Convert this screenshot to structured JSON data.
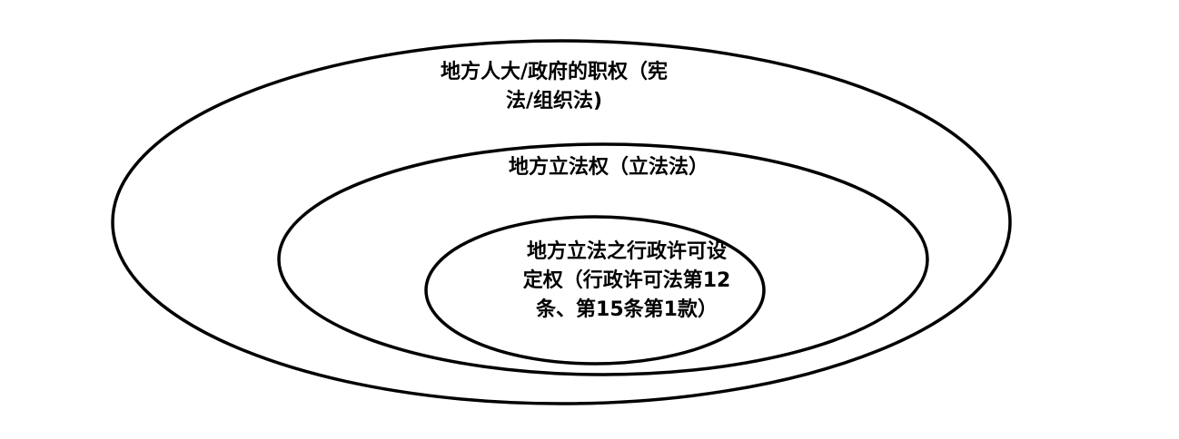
{
  "diagram": {
    "outer": {
      "lines": [
        "地方人大/政府的职权（宪",
        "法/组织法)"
      ]
    },
    "middle": {
      "lines": [
        "地方立法权（立法法）"
      ]
    },
    "inner": {
      "lines": [
        "地方立法之行政许可设",
        "定权（行政许可法第12",
        "条、第15条第1款）"
      ]
    },
    "stroke_color": "#000000"
  }
}
